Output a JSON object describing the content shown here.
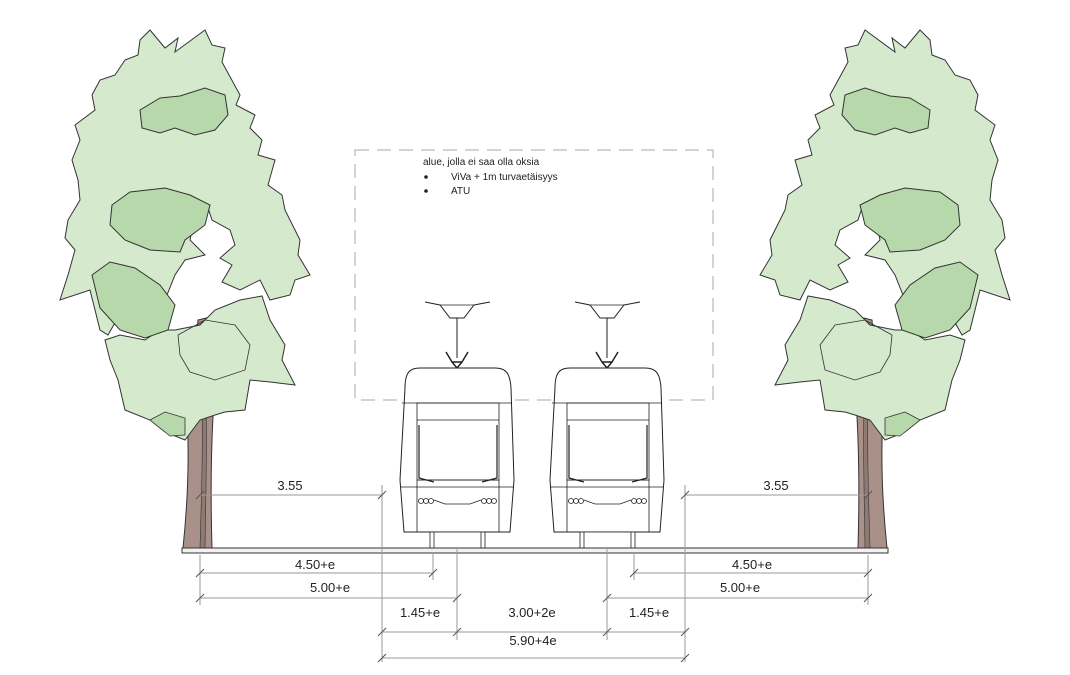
{
  "note": {
    "title": "alue, jolla ei saa olla oksia",
    "bullets": [
      "ViVa + 1m turvaetäisyys",
      "ATU"
    ]
  },
  "dimensions": {
    "left_tree_clearance": "3.55",
    "right_tree_clearance": "3.55",
    "left_450": "4.50+e",
    "left_500": "5.00+e",
    "right_450": "4.50+e",
    "right_500": "5.00+e",
    "left_145": "1.45+e",
    "center_300": "3.00+2e",
    "right_145": "1.45+e",
    "total_590": "5.90+4e"
  },
  "colors": {
    "canopy": "#d5e9cd",
    "canopy_dark": "#b7d8aa",
    "trunk": "#a99189",
    "line": "#9a9a9a"
  }
}
